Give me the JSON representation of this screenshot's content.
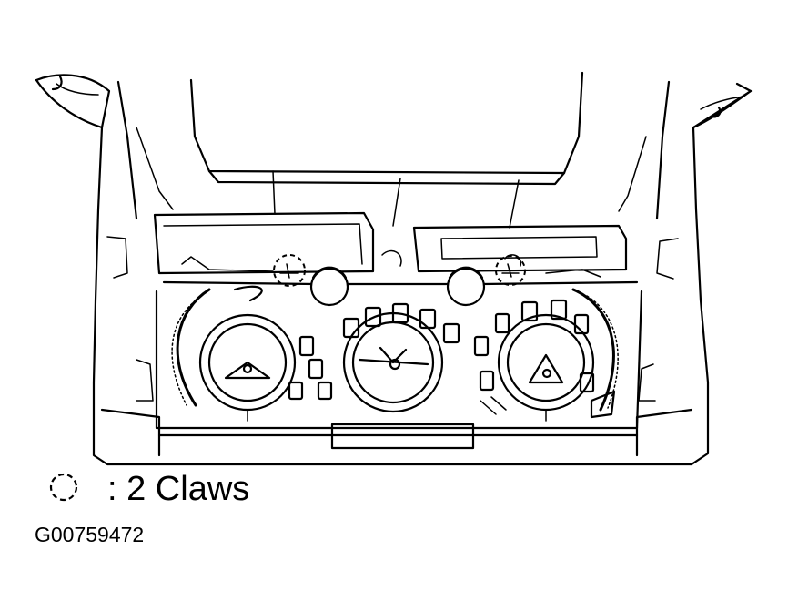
{
  "legend": {
    "text": ": 2 Claws",
    "symbol": "dashed-circle"
  },
  "figure_id": "G00759472",
  "colors": {
    "line": "#000000",
    "background": "#ffffff"
  }
}
